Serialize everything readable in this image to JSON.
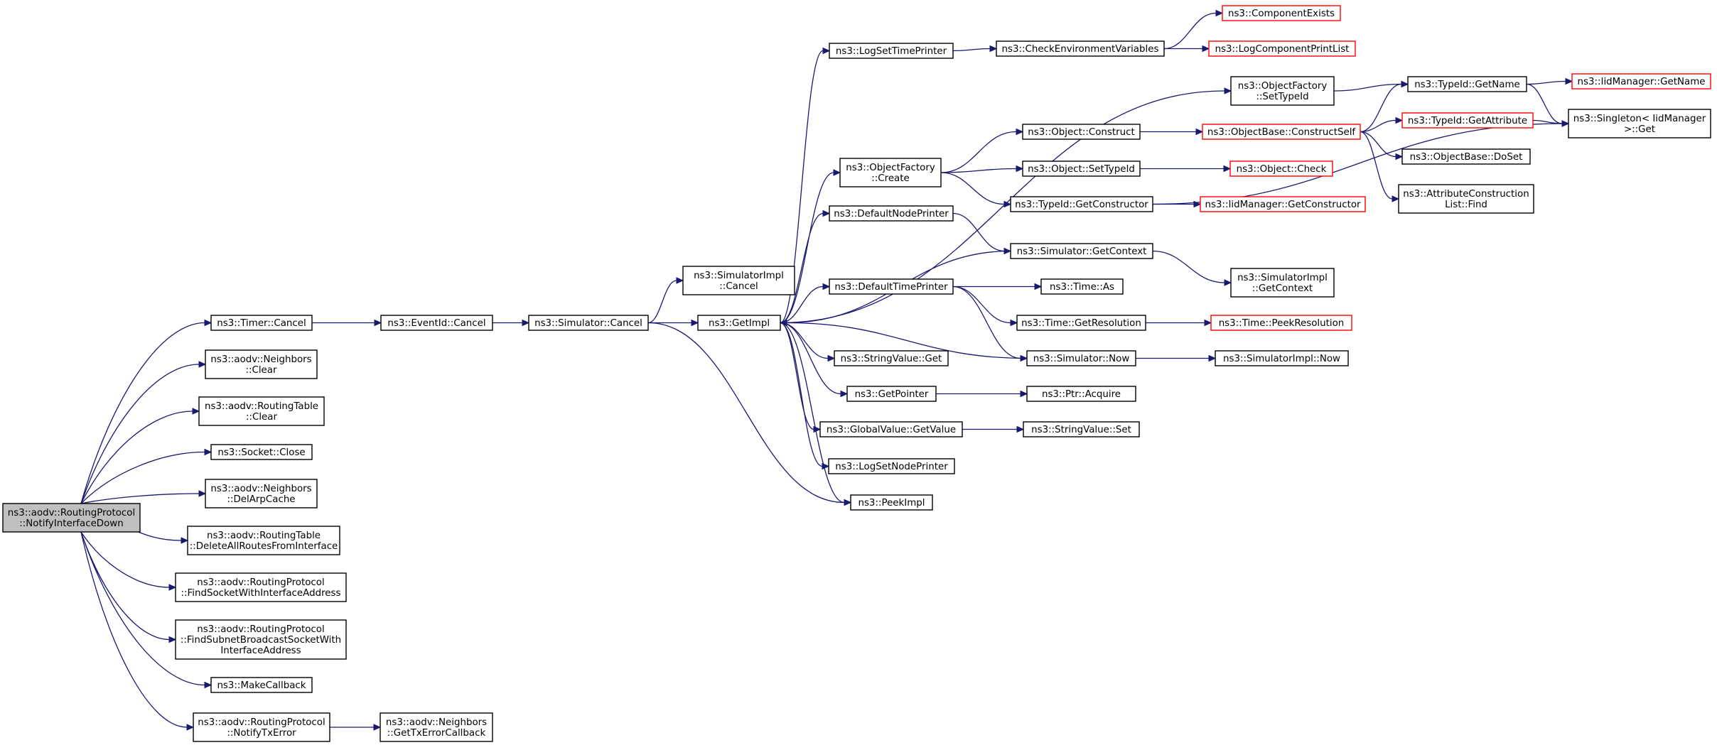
{
  "diagram": {
    "nodes": [
      {
        "id": "root",
        "lines": [
          "ns3::aodv::RoutingProtocol",
          "::NotifyInterfaceDown"
        ],
        "style": "root"
      },
      {
        "id": "timer_cancel",
        "lines": [
          "ns3::Timer::Cancel"
        ],
        "style": "normal"
      },
      {
        "id": "nb_clear",
        "lines": [
          "ns3::aodv::Neighbors",
          "::Clear"
        ],
        "style": "normal"
      },
      {
        "id": "rt_clear",
        "lines": [
          "ns3::aodv::RoutingTable",
          "::Clear"
        ],
        "style": "normal"
      },
      {
        "id": "sock_close",
        "lines": [
          "ns3::Socket::Close"
        ],
        "style": "normal"
      },
      {
        "id": "nb_delarp",
        "lines": [
          "ns3::aodv::Neighbors",
          "::DelArpCache"
        ],
        "style": "normal"
      },
      {
        "id": "rt_delall",
        "lines": [
          "ns3::aodv::RoutingTable",
          "::DeleteAllRoutesFromInterface"
        ],
        "style": "normal"
      },
      {
        "id": "rp_findsock",
        "lines": [
          "ns3::aodv::RoutingProtocol",
          "::FindSocketWithInterfaceAddress"
        ],
        "style": "normal"
      },
      {
        "id": "rp_findsub",
        "lines": [
          "ns3::aodv::RoutingProtocol",
          "::FindSubnetBroadcastSocketWith",
          "InterfaceAddress"
        ],
        "style": "normal"
      },
      {
        "id": "makecb",
        "lines": [
          "ns3::MakeCallback"
        ],
        "style": "normal"
      },
      {
        "id": "rp_notifytx",
        "lines": [
          "ns3::aodv::RoutingProtocol",
          "::NotifyTxError"
        ],
        "style": "normal"
      },
      {
        "id": "nb_gettx",
        "lines": [
          "ns3::aodv::Neighbors",
          "::GetTxErrorCallback"
        ],
        "style": "normal"
      },
      {
        "id": "eventid_cancel",
        "lines": [
          "ns3::EventId::Cancel"
        ],
        "style": "normal"
      },
      {
        "id": "sim_cancel",
        "lines": [
          "ns3::Simulator::Cancel"
        ],
        "style": "normal"
      },
      {
        "id": "simimpl_cancel",
        "lines": [
          "ns3::SimulatorImpl",
          "::Cancel"
        ],
        "style": "normal"
      },
      {
        "id": "getimpl",
        "lines": [
          "ns3::GetImpl"
        ],
        "style": "normal"
      },
      {
        "id": "logsettime",
        "lines": [
          "ns3::LogSetTimePrinter"
        ],
        "style": "normal"
      },
      {
        "id": "checkenv",
        "lines": [
          "ns3::CheckEnvironmentVariables"
        ],
        "style": "normal"
      },
      {
        "id": "compexists",
        "lines": [
          "ns3::ComponentExists"
        ],
        "style": "red"
      },
      {
        "id": "logcomplist",
        "lines": [
          "ns3::LogComponentPrintList"
        ],
        "style": "red"
      },
      {
        "id": "of_settypeid",
        "lines": [
          "ns3::ObjectFactory",
          "::SetTypeId"
        ],
        "style": "normal"
      },
      {
        "id": "typeid_getname",
        "lines": [
          "ns3::TypeId::GetName"
        ],
        "style": "normal"
      },
      {
        "id": "iid_getname",
        "lines": [
          "ns3::IidManager::GetName"
        ],
        "style": "red"
      },
      {
        "id": "singleton_get",
        "lines": [
          "ns3::Singleton< IidManager",
          " >::Get"
        ],
        "style": "normal"
      },
      {
        "id": "of_create",
        "lines": [
          "ns3::ObjectFactory",
          "::Create"
        ],
        "style": "normal"
      },
      {
        "id": "obj_construct",
        "lines": [
          "ns3::Object::Construct"
        ],
        "style": "normal"
      },
      {
        "id": "objbase_cs",
        "lines": [
          "ns3::ObjectBase::ConstructSelf"
        ],
        "style": "red"
      },
      {
        "id": "typeid_getattr",
        "lines": [
          "ns3::TypeId::GetAttribute"
        ],
        "style": "red"
      },
      {
        "id": "objbase_doset",
        "lines": [
          "ns3::ObjectBase::DoSet"
        ],
        "style": "normal"
      },
      {
        "id": "attrcons_find",
        "lines": [
          "ns3::AttributeConstruction",
          "List::Find"
        ],
        "style": "normal"
      },
      {
        "id": "obj_settypeid",
        "lines": [
          "ns3::Object::SetTypeId"
        ],
        "style": "normal"
      },
      {
        "id": "obj_check",
        "lines": [
          "ns3::Object::Check"
        ],
        "style": "red"
      },
      {
        "id": "typeid_getctor",
        "lines": [
          "ns3::TypeId::GetConstructor"
        ],
        "style": "normal"
      },
      {
        "id": "iid_getctor",
        "lines": [
          "ns3::IidManager::GetConstructor"
        ],
        "style": "red"
      },
      {
        "id": "defnodeprinter",
        "lines": [
          "ns3::DefaultNodePrinter"
        ],
        "style": "normal"
      },
      {
        "id": "sim_getctx",
        "lines": [
          "ns3::Simulator::GetContext"
        ],
        "style": "normal"
      },
      {
        "id": "simimpl_getctx",
        "lines": [
          "ns3::SimulatorImpl",
          "::GetContext"
        ],
        "style": "normal"
      },
      {
        "id": "deftimeprinter",
        "lines": [
          "ns3::DefaultTimePrinter"
        ],
        "style": "normal"
      },
      {
        "id": "time_as",
        "lines": [
          "ns3::Time::As"
        ],
        "style": "normal"
      },
      {
        "id": "time_getres",
        "lines": [
          "ns3::Time::GetResolution"
        ],
        "style": "normal"
      },
      {
        "id": "time_peekres",
        "lines": [
          "ns3::Time::PeekResolution"
        ],
        "style": "red"
      },
      {
        "id": "sim_now",
        "lines": [
          "ns3::Simulator::Now"
        ],
        "style": "normal"
      },
      {
        "id": "simimpl_now",
        "lines": [
          "ns3::SimulatorImpl::Now"
        ],
        "style": "normal"
      },
      {
        "id": "stringvalue_get",
        "lines": [
          "ns3::StringValue::Get"
        ],
        "style": "normal"
      },
      {
        "id": "getpointer",
        "lines": [
          "ns3::GetPointer"
        ],
        "style": "normal"
      },
      {
        "id": "ptr_acquire",
        "lines": [
          "ns3::Ptr::Acquire"
        ],
        "style": "normal"
      },
      {
        "id": "gv_getvalue",
        "lines": [
          "ns3::GlobalValue::GetValue"
        ],
        "style": "normal"
      },
      {
        "id": "stringvalue_set",
        "lines": [
          "ns3::StringValue::Set"
        ],
        "style": "normal"
      },
      {
        "id": "logsetnode",
        "lines": [
          "ns3::LogSetNodePrinter"
        ],
        "style": "normal"
      },
      {
        "id": "peekimpl",
        "lines": [
          "ns3::PeekImpl"
        ],
        "style": "normal"
      }
    ],
    "edges": [
      [
        "root",
        "timer_cancel"
      ],
      [
        "root",
        "nb_clear"
      ],
      [
        "root",
        "rt_clear"
      ],
      [
        "root",
        "sock_close"
      ],
      [
        "root",
        "nb_delarp"
      ],
      [
        "root",
        "rt_delall"
      ],
      [
        "root",
        "rp_findsock"
      ],
      [
        "root",
        "rp_findsub"
      ],
      [
        "root",
        "makecb"
      ],
      [
        "root",
        "rp_notifytx"
      ],
      [
        "rp_notifytx",
        "nb_gettx"
      ],
      [
        "timer_cancel",
        "eventid_cancel"
      ],
      [
        "eventid_cancel",
        "sim_cancel"
      ],
      [
        "sim_cancel",
        "simimpl_cancel"
      ],
      [
        "sim_cancel",
        "getimpl"
      ],
      [
        "sim_cancel",
        "peekimpl"
      ],
      [
        "getimpl",
        "logsettime"
      ],
      [
        "getimpl",
        "of_settypeid"
      ],
      [
        "getimpl",
        "of_create"
      ],
      [
        "getimpl",
        "defnodeprinter"
      ],
      [
        "getimpl",
        "deftimeprinter"
      ],
      [
        "getimpl",
        "stringvalue_get"
      ],
      [
        "getimpl",
        "getpointer"
      ],
      [
        "getimpl",
        "gv_getvalue"
      ],
      [
        "getimpl",
        "logsetnode"
      ],
      [
        "getimpl",
        "peekimpl"
      ],
      [
        "logsettime",
        "checkenv"
      ],
      [
        "checkenv",
        "compexists"
      ],
      [
        "checkenv",
        "logcomplist"
      ],
      [
        "of_settypeid",
        "typeid_getname"
      ],
      [
        "typeid_getname",
        "iid_getname"
      ],
      [
        "typeid_getname",
        "singleton_get"
      ],
      [
        "of_create",
        "obj_construct"
      ],
      [
        "of_create",
        "obj_settypeid"
      ],
      [
        "of_create",
        "typeid_getctor"
      ],
      [
        "obj_construct",
        "objbase_cs"
      ],
      [
        "objbase_cs",
        "typeid_getname"
      ],
      [
        "objbase_cs",
        "typeid_getattr"
      ],
      [
        "objbase_cs",
        "objbase_doset"
      ],
      [
        "objbase_cs",
        "attrcons_find"
      ],
      [
        "typeid_getattr",
        "singleton_get"
      ],
      [
        "obj_settypeid",
        "obj_check"
      ],
      [
        "typeid_getctor",
        "iid_getctor"
      ],
      [
        "typeid_getctor",
        "singleton_get"
      ],
      [
        "defnodeprinter",
        "sim_getctx"
      ],
      [
        "sim_getctx",
        "getimpl"
      ],
      [
        "sim_getctx",
        "simimpl_getctx"
      ],
      [
        "deftimeprinter",
        "time_as"
      ],
      [
        "deftimeprinter",
        "time_getres"
      ],
      [
        "deftimeprinter",
        "sim_now"
      ],
      [
        "time_getres",
        "time_peekres"
      ],
      [
        "sim_now",
        "getimpl"
      ],
      [
        "sim_now",
        "simimpl_now"
      ],
      [
        "getpointer",
        "ptr_acquire"
      ],
      [
        "gv_getvalue",
        "stringvalue_set"
      ]
    ]
  }
}
